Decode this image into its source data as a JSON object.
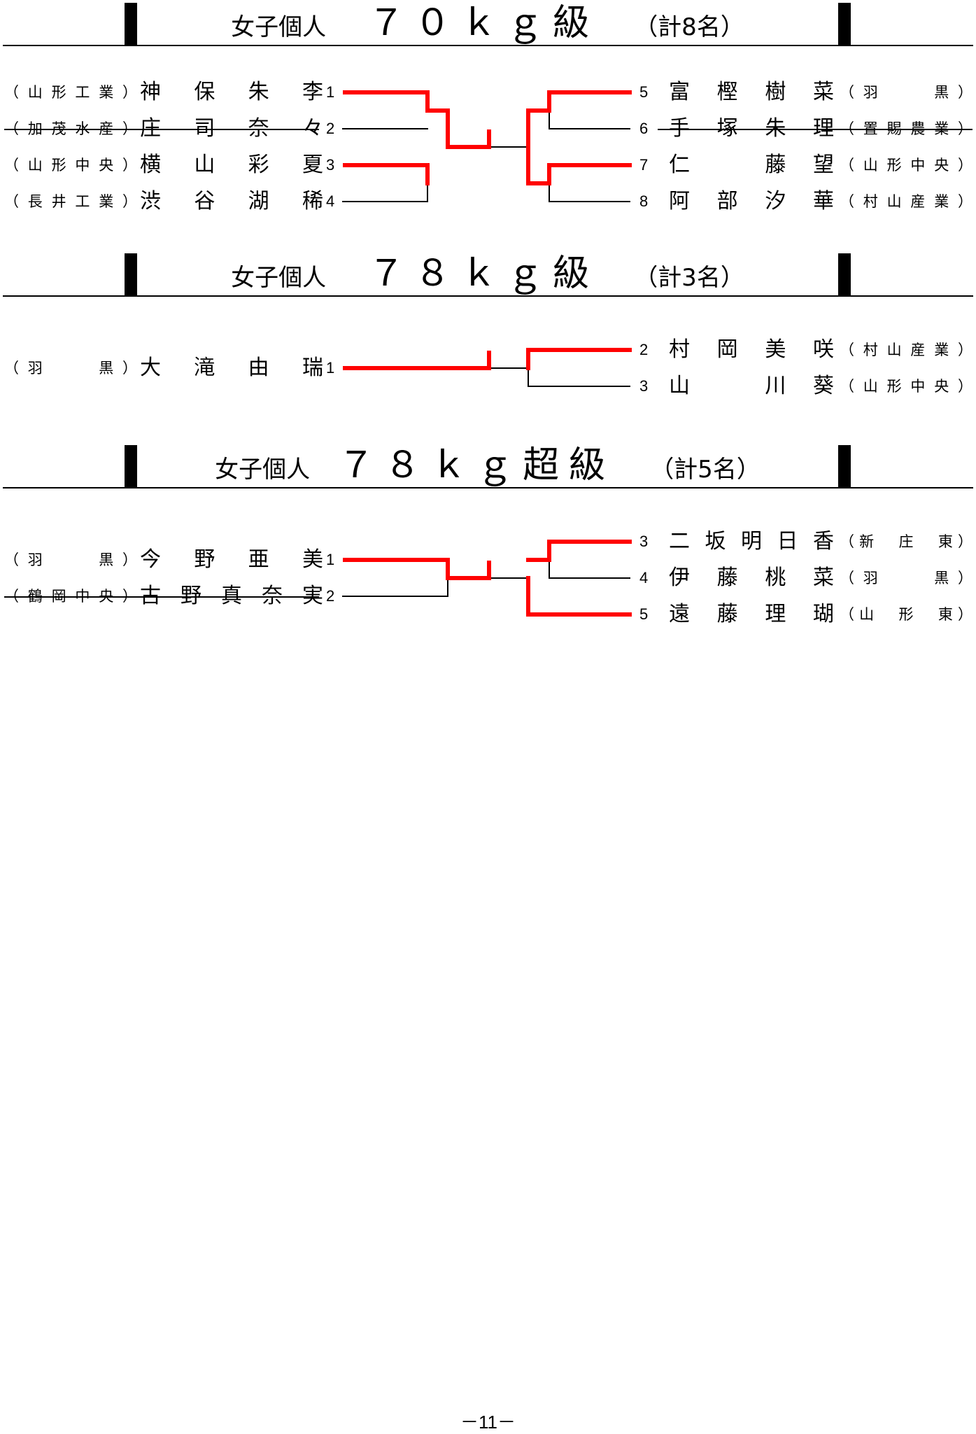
{
  "brackets": [
    {
      "title": "女子個人",
      "weight": "７０ｋｇ級",
      "count": "（計8名）",
      "left": [
        {
          "school": "（山形工業）",
          "name": "神保朱李",
          "seed": "1",
          "struck": false
        },
        {
          "school": "（加茂水産）",
          "name": "庄司奈々",
          "seed": "2",
          "struck": true
        },
        {
          "school": "（山形中央）",
          "name": "横山彩夏",
          "seed": "3",
          "struck": false
        },
        {
          "school": "（長井工業）",
          "name": "渋谷湖稀",
          "seed": "4",
          "struck": false
        }
      ],
      "right": [
        {
          "seed": "5",
          "name": "富樫樹菜",
          "school": "（羽　　黒）",
          "struck": false
        },
        {
          "seed": "6",
          "name": "手塚朱理",
          "school": "（置賜農業）",
          "struck": true
        },
        {
          "seed": "7",
          "name": "仁　藤望",
          "school": "（山形中央）",
          "struck": false
        },
        {
          "seed": "8",
          "name": "阿部汐華",
          "school": "（村山産業）",
          "struck": false
        }
      ]
    },
    {
      "title": "女子個人",
      "weight": "７８ｋｇ級",
      "count": "（計3名）",
      "left": [
        {
          "school": "（羽　　黒）",
          "name": "大滝由瑞",
          "seed": "1",
          "struck": false
        }
      ],
      "right": [
        {
          "seed": "2",
          "name": "村岡美咲",
          "school": "（村山産業）",
          "struck": false
        },
        {
          "seed": "3",
          "name": "山　川葵",
          "school": "（山形中央）",
          "struck": false
        }
      ]
    },
    {
      "title": "女子個人",
      "weight": "７８ｋｇ超級",
      "count": "（計5名）",
      "left": [
        {
          "school": "（羽　　黒）",
          "name": "今野亜美",
          "seed": "1",
          "struck": false
        },
        {
          "school": "（鶴岡中央）",
          "name": "古野真奈実",
          "seed": "2",
          "struck": true
        }
      ],
      "right": [
        {
          "seed": "3",
          "name": "二坂明日香",
          "school": "（新　庄　東）",
          "struck": false
        },
        {
          "seed": "4",
          "name": "伊藤桃菜",
          "school": "（羽　　黒）",
          "struck": false
        },
        {
          "seed": "5",
          "name": "遠藤理瑚",
          "school": "（山　形　東）",
          "struck": false
        }
      ]
    }
  ],
  "colors": {
    "winner_line": "#ff0000",
    "line": "#000000"
  },
  "page_number": "－11－"
}
